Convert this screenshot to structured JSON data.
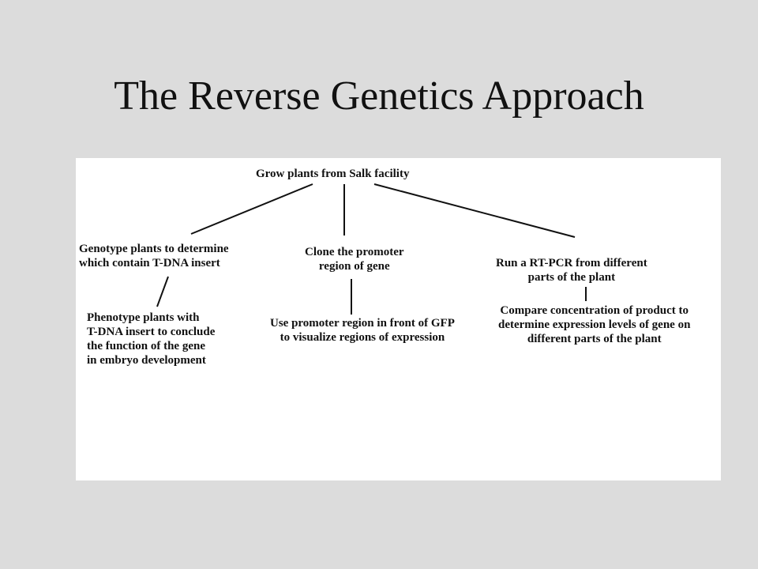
{
  "slide": {
    "title": "The Reverse Genetics Approach"
  },
  "diagram": {
    "root": "Grow plants from Salk facility",
    "branches": [
      {
        "step": "Genotype plants to determine\nwhich contain T-DNA insert",
        "outcome": "Phenotype plants with\nT-DNA insert to conclude\nthe function of the gene\nin embryo development"
      },
      {
        "step": "Clone the promoter\nregion of gene",
        "outcome": "Use promoter region in front of GFP\nto visualize regions of expression"
      },
      {
        "step": "Run a RT-PCR from different\nparts of the plant",
        "outcome": "Compare concentration of product to\ndetermine expression levels of gene on\ndifferent parts of the plant"
      }
    ]
  }
}
